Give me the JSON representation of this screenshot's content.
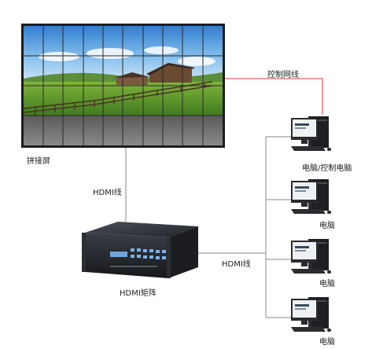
{
  "labels": {
    "video_wall": "拼接屏",
    "hdmi_cable_top": "HDMI线",
    "hdmi_matrix": "HDMI矩阵",
    "hdmi_cable_right": "HDMI线",
    "control_network": "控制网线",
    "pc_control": "电脑/控制电脑",
    "pc_2": "电脑",
    "pc_3": "电脑",
    "pc_4": "电脑"
  },
  "colors": {
    "network_line": "#e23b3b",
    "cable_line": "#888888",
    "wall_frame": "#1d1d1d"
  }
}
